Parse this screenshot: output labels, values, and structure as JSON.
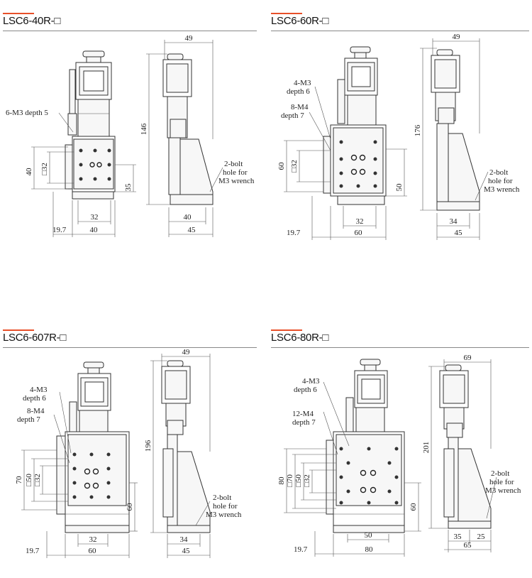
{
  "panels": [
    {
      "title": "LSC6-40R-□",
      "front": {
        "holes_note": "6-M3 depth 5",
        "dim_square_outer": "40",
        "dim_square_inner": "□32",
        "dim_height_right": "35",
        "dim_bottom_inner": "32",
        "dim_bottom_outer": "40",
        "dim_offset": "19.7"
      },
      "side": {
        "dim_top": "49",
        "dim_height": "146",
        "bolt_note_1": "2-bolt",
        "bolt_note_2": "hole for",
        "bolt_note_3": "M3 wrench",
        "dim_bottom_1": "40",
        "dim_bottom_2": "45"
      }
    },
    {
      "title": "LSC6-60R-□",
      "front": {
        "holes_note_a1": "4-M3",
        "holes_note_a2": "depth 6",
        "holes_note_b1": "8-M4",
        "holes_note_b2": "depth 7",
        "dim_square_outer": "60",
        "dim_square_inner": "□32",
        "dim_height_right": "50",
        "dim_bottom_inner": "32",
        "dim_bottom_outer": "60",
        "dim_offset": "19.7"
      },
      "side": {
        "dim_top": "49",
        "dim_height": "176",
        "bolt_note_1": "2-bolt",
        "bolt_note_2": "hole for",
        "bolt_note_3": "M3 wrench",
        "dim_bottom_1": "34",
        "dim_bottom_2": "45"
      }
    },
    {
      "title": "LSC6-607R-□",
      "front": {
        "holes_note_a1": "4-M3",
        "holes_note_a2": "depth 6",
        "holes_note_b1": "8-M4",
        "holes_note_b2": "depth 7",
        "dim_square_outer": "70",
        "dim_square_mid": "□50",
        "dim_square_inner": "□32",
        "dim_height_right": "60",
        "dim_bottom_inner": "32",
        "dim_bottom_outer": "60",
        "dim_offset": "19.7"
      },
      "side": {
        "dim_top": "49",
        "dim_height": "196",
        "bolt_note_1": "2-bolt",
        "bolt_note_2": "hole for",
        "bolt_note_3": "M3 wrench",
        "dim_bottom_1": "34",
        "dim_bottom_2": "45"
      }
    },
    {
      "title": "LSC6-80R-□",
      "front": {
        "holes_note_a1": "4-M3",
        "holes_note_a2": "depth 6",
        "holes_note_b1": "12-M4",
        "holes_note_b2": "depth 7",
        "dim_square_outer": "80",
        "dim_square_70": "□70",
        "dim_square_mid": "□50",
        "dim_square_inner": "□32",
        "dim_height_right": "60",
        "dim_bottom_inner": "50",
        "dim_bottom_outer": "80",
        "dim_offset": "19.7"
      },
      "side": {
        "dim_top": "69",
        "dim_height": "201",
        "bolt_note_1": "2-bolt",
        "bolt_note_2": "hole for",
        "bolt_note_3": "M3 wrench",
        "dim_bottom_1": "35",
        "dim_bottom_2": "25",
        "dim_bottom_3": "65"
      }
    }
  ]
}
